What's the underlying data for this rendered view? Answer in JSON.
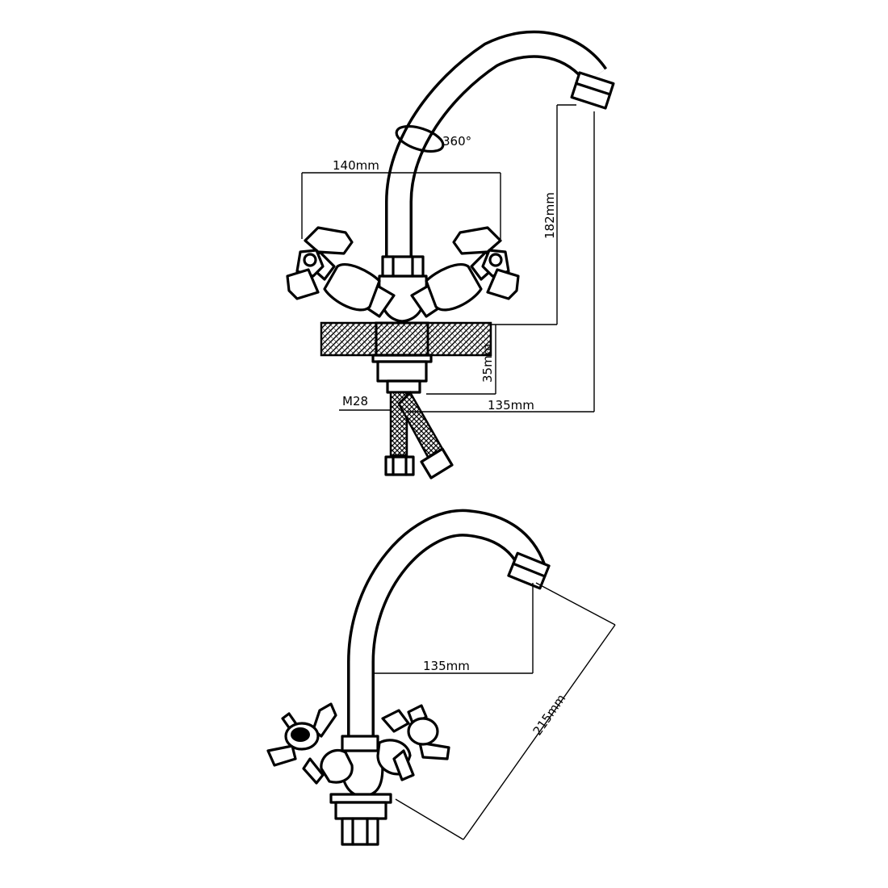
{
  "front_view": {
    "dims": {
      "rotation": "360°",
      "handle_span": "140mm",
      "spout_height": "182mm",
      "deck_thickness": "35mm",
      "thread": "M28",
      "spout_reach": "135mm"
    }
  },
  "side_view": {
    "dims": {
      "spout_reach": "135mm",
      "spout_length": "215mm"
    }
  },
  "colors": {
    "line": "#000000",
    "background": "#ffffff"
  }
}
